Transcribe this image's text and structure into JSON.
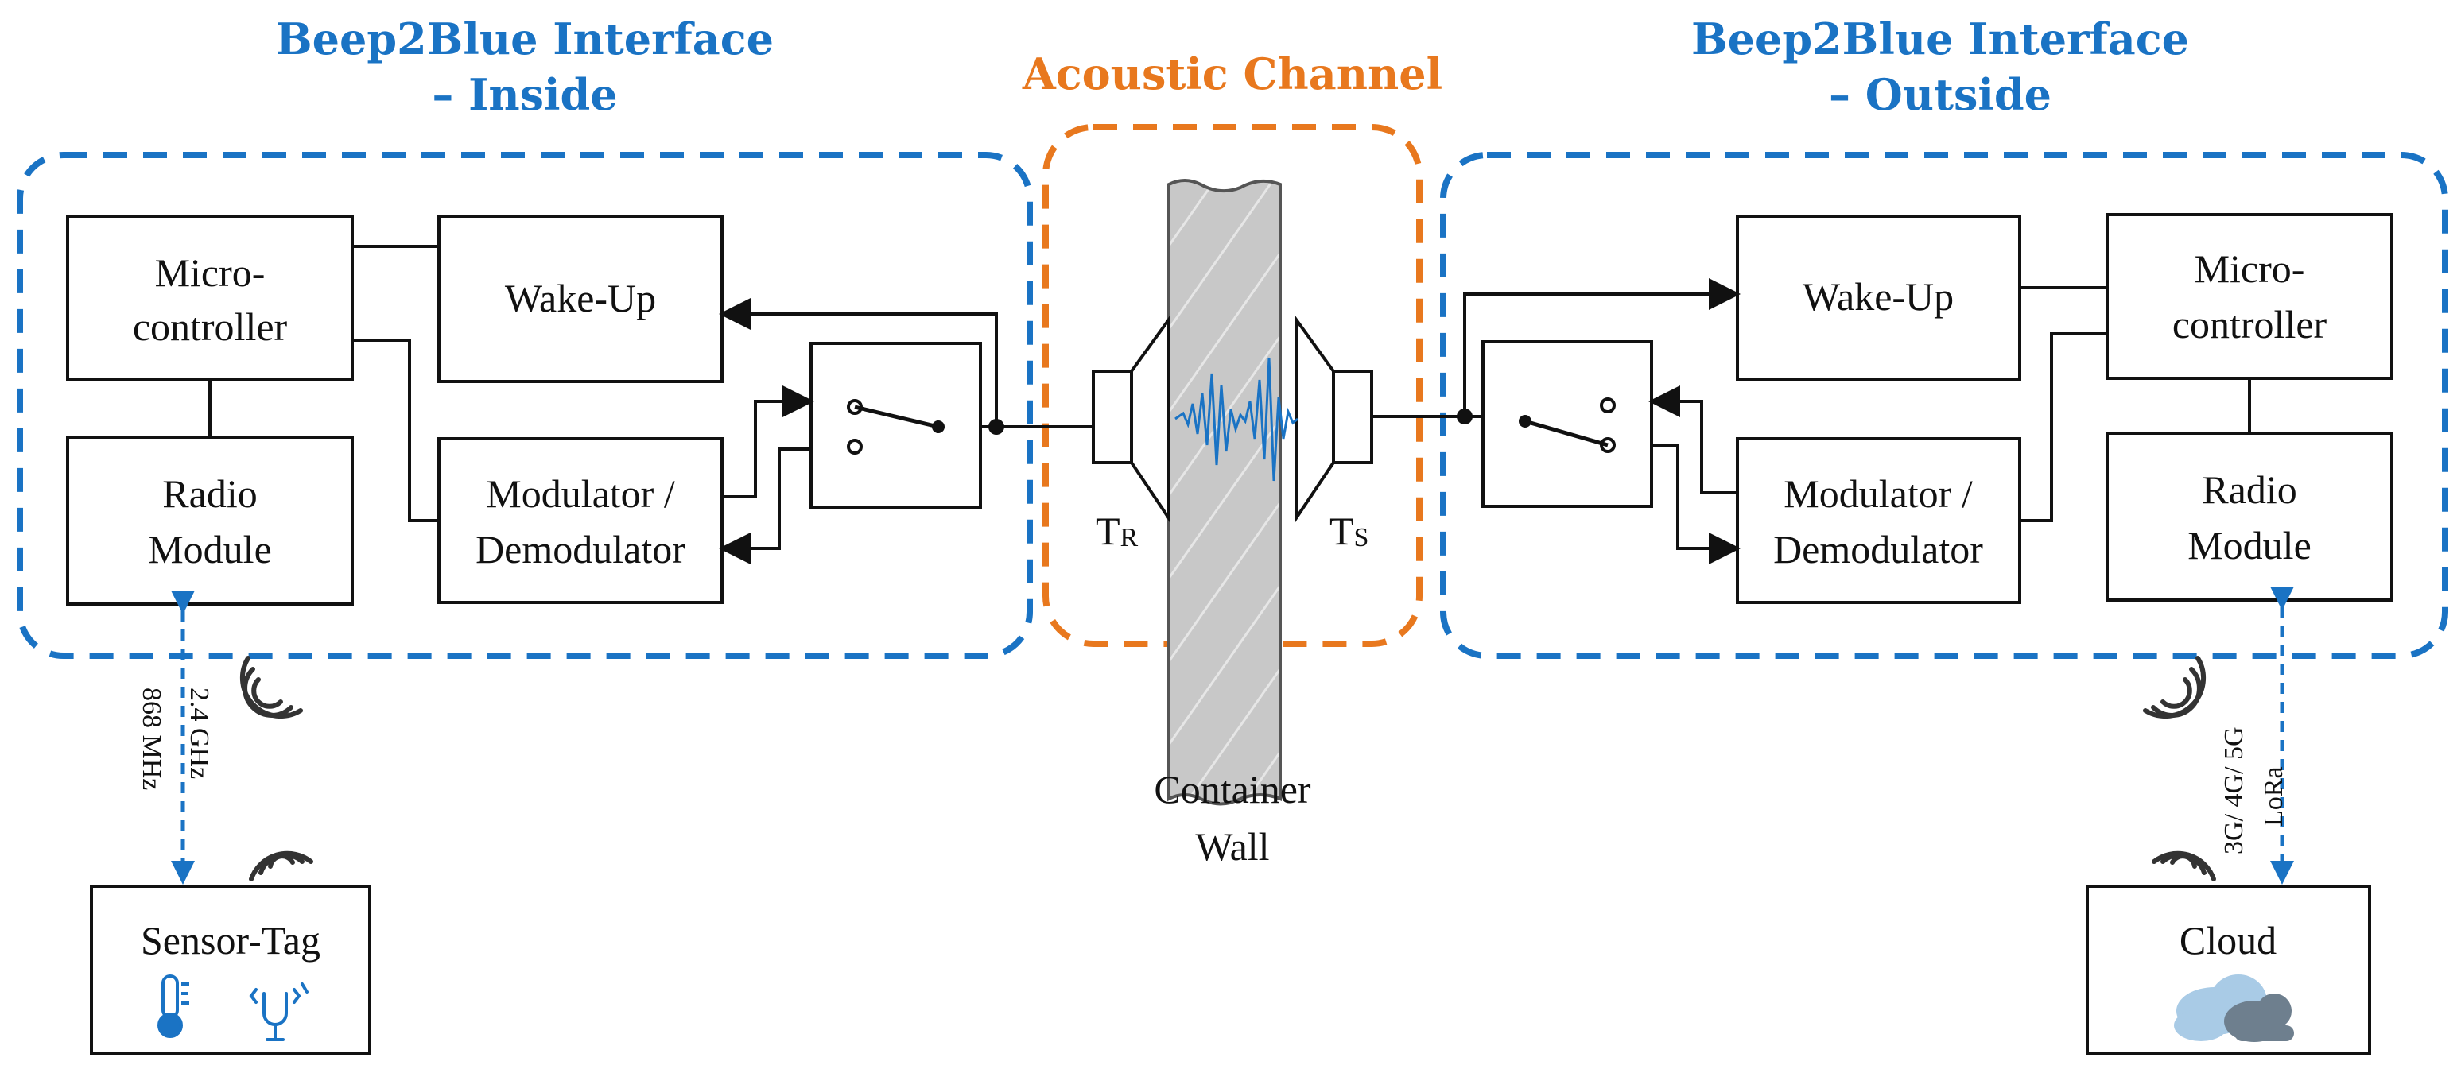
{
  "inside": {
    "title_line1": "Beep2Blue Interface",
    "title_line2": "– Inside",
    "microcontroller": {
      "line1": "Micro-",
      "line2": "controller"
    },
    "radio": {
      "line1": "Radio",
      "line2": "Module"
    },
    "wakeup": "Wake-Up",
    "modem": {
      "line1": "Modulator /",
      "line2": "Demodulator"
    },
    "link_label_1": "868 MHz",
    "link_label_2": "2.4 GHz",
    "device": "Sensor-Tag"
  },
  "outside": {
    "title_line1": "Beep2Blue Interface",
    "title_line2": "– Outside",
    "microcontroller": {
      "line1": "Micro-",
      "line2": "controller"
    },
    "radio": {
      "line1": "Radio",
      "line2": "Module"
    },
    "wakeup": "Wake-Up",
    "modem": {
      "line1": "Modulator /",
      "line2": "Demodulator"
    },
    "link_label_1": "3G/ 4G/ 5G",
    "link_label_2": "LoRa",
    "device": "Cloud"
  },
  "channel": {
    "title": "Acoustic Channel",
    "receiver_main": "T",
    "receiver_sub": "R",
    "sender_main": "T",
    "sender_sub": "S",
    "wall_line1": "Container",
    "wall_line2": "Wall"
  },
  "colors": {
    "blue": "#1a73c4",
    "orange": "#e8781e",
    "wall": "#c8c8c8",
    "cloud_light": "#a9cbe6",
    "cloud_dark": "#6e7f8e"
  },
  "icons": [
    "wireless-icon",
    "thermometer-icon",
    "vibration-icon",
    "cloud-icon",
    "speaker-icon",
    "switch-icon"
  ]
}
